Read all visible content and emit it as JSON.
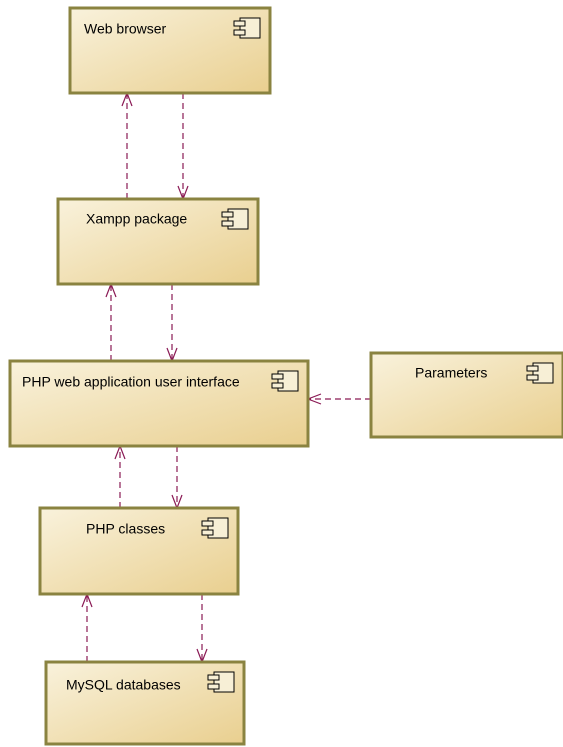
{
  "diagram": {
    "components": [
      {
        "id": "web-browser",
        "label": "Web browser"
      },
      {
        "id": "xampp",
        "label": "Xampp package"
      },
      {
        "id": "php-ui",
        "label": "PHP web application user interface"
      },
      {
        "id": "parameters",
        "label": "Parameters"
      },
      {
        "id": "php-classes",
        "label": "PHP classes"
      },
      {
        "id": "mysql",
        "label": "MySQL databases"
      }
    ],
    "connections": [
      {
        "from": "xampp",
        "to": "web-browser"
      },
      {
        "from": "web-browser",
        "to": "xampp"
      },
      {
        "from": "php-ui",
        "to": "xampp"
      },
      {
        "from": "xampp",
        "to": "php-ui"
      },
      {
        "from": "parameters",
        "to": "php-ui"
      },
      {
        "from": "php-classes",
        "to": "php-ui"
      },
      {
        "from": "php-ui",
        "to": "php-classes"
      },
      {
        "from": "mysql",
        "to": "php-classes"
      },
      {
        "from": "php-classes",
        "to": "mysql"
      }
    ],
    "colors": {
      "box_fill_top": "#f9f2dc",
      "box_fill_bottom": "#e9cf8f",
      "box_border": "#8a8340",
      "connector": "#8a1a55"
    },
    "icon": "component-icon"
  }
}
